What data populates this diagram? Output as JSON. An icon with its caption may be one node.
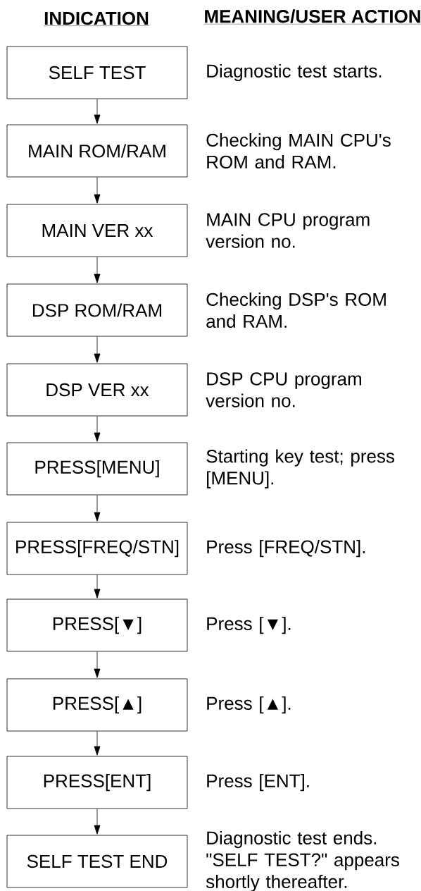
{
  "diagram": {
    "nodes": [
      {
        "text": [
          "SELF TEST"
        ],
        "beside": [
          "Diagnostic test starts."
        ]
      },
      {
        "text": [
          "MAIN ROM/RAM"
        ],
        "beside": [
          "Checking MAIN CPU's ROM and RAM."
        ]
      },
      {
        "text": [
          "MAIN VER xx"
        ],
        "beside": [
          "MAIN CPU program version no."
        ]
      },
      {
        "text": [
          "DSP ROM/RAM"
        ],
        "beside": [
          "Checking DSP's ROM and RAM."
        ]
      },
      {
        "text": [
          "DSP VER xx"
        ],
        "beside": [
          "DSP CPU program version no."
        ]
      },
      {
        "text": [
          "PRESS[MENU]"
        ],
        "beside": [
          "Starting key test; press [MENU]."
        ]
      },
      {
        "text": [
          "PRESS[FREQ/STN]"
        ],
        "beside": [
          "Press [FREQ/STN]."
        ]
      },
      {
        "text": [
          "PRESS[▼]"
        ],
        "beside": [
          "Press [▼]."
        ]
      },
      {
        "text": [
          "PRESS[▲]"
        ],
        "beside": [
          "Press [▲]."
        ]
      },
      {
        "text": [
          "PRESS[ENT]"
        ],
        "beside": [
          "Press [ENT]."
        ]
      },
      {
        "text": [
          "SELF TEST END"
        ],
        "beside": [
          "Diagnostic test ends. \"SELF TEST?\" appears shortly thereafter."
        ]
      }
    ],
    "edges": [
      {
        "from": 0,
        "to": 1,
        "arrow": "to"
      },
      {
        "from": 1,
        "to": 2,
        "arrow": "to"
      },
      {
        "from": 2,
        "to": 3,
        "arrow": "to"
      },
      {
        "from": 3,
        "to": 4,
        "arrow": "to"
      },
      {
        "from": 4,
        "to": 5,
        "arrow": "to"
      },
      {
        "from": 5,
        "to": 6,
        "arrow": "to"
      },
      {
        "from": 6,
        "to": 7,
        "arrow": "to"
      },
      {
        "from": 7,
        "to": 8,
        "arrow": "to"
      },
      {
        "from": 8,
        "to": 9,
        "arrow": "to"
      },
      {
        "from": 9,
        "to": 10,
        "arrow": "to"
      }
    ],
    "labels": [
      "INDICATION",
      "MEANING/USER ACTION"
    ]
  }
}
